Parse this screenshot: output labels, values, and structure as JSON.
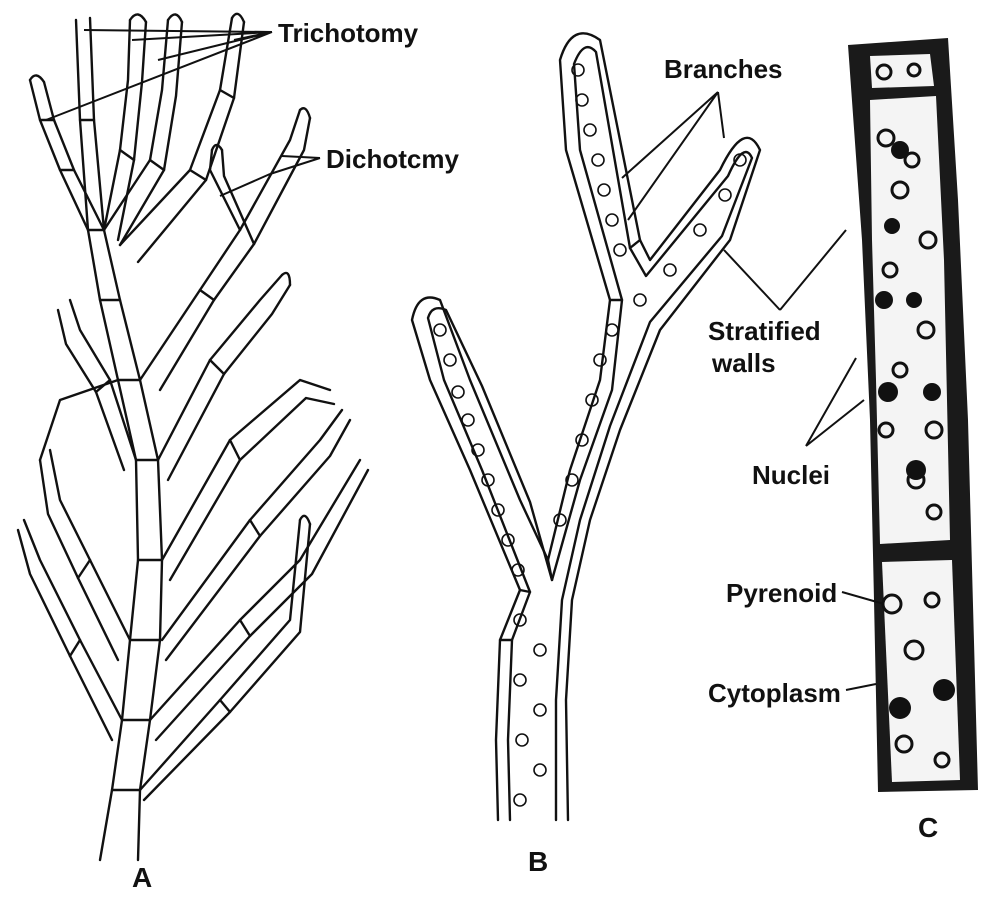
{
  "labels": {
    "trichotomy": "Trichotomy",
    "dichotomy": "Dichotcmy",
    "branches": "Branches",
    "stratified_walls_line1": "Stratified",
    "stratified_walls_line2": "walls",
    "nuclei": "Nuclei",
    "pyrenoid": "Pyrenoid",
    "cytoplasm": "Cytoplasm"
  },
  "panels": {
    "a": "A",
    "b": "B",
    "c": "C"
  },
  "colors": {
    "ink": "#111111",
    "background": "#ffffff"
  }
}
